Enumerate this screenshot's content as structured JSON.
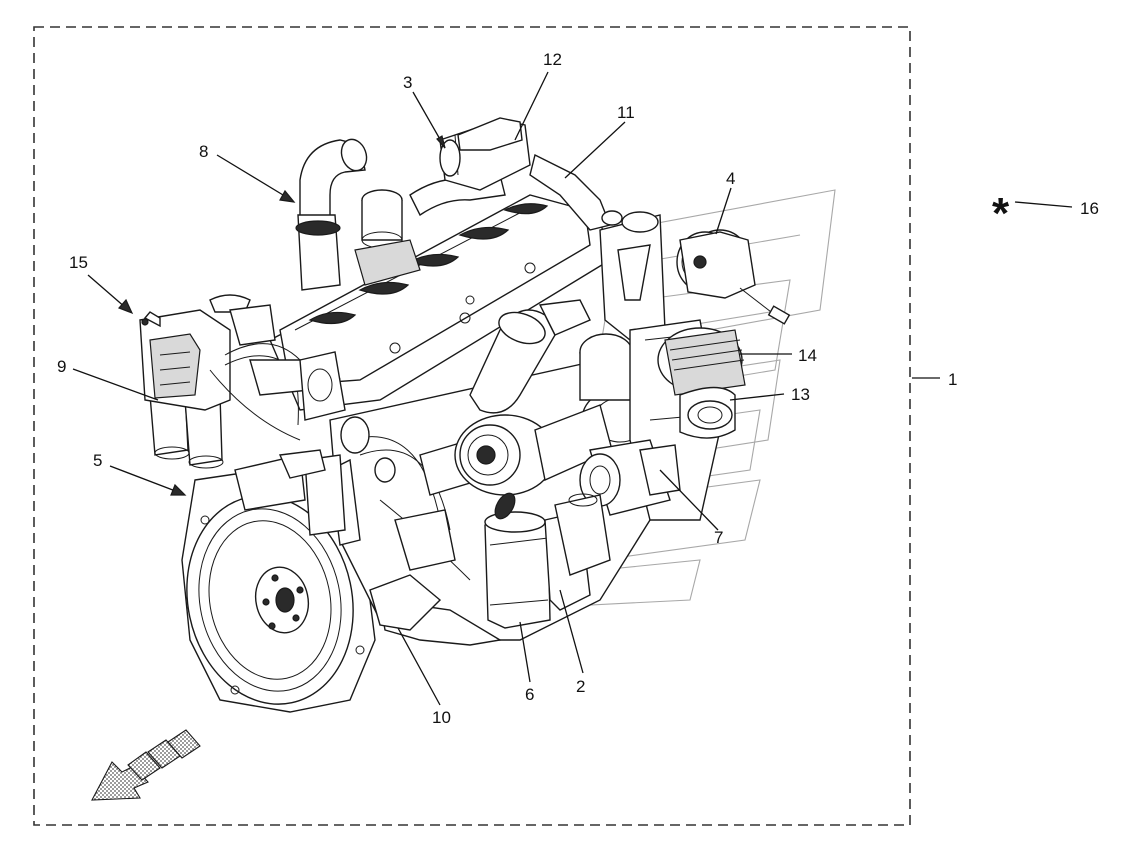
{
  "diagram": {
    "callouts": [
      {
        "id": "c1",
        "label": "1"
      },
      {
        "id": "c2",
        "label": "2"
      },
      {
        "id": "c3",
        "label": "3"
      },
      {
        "id": "c4",
        "label": "4"
      },
      {
        "id": "c5",
        "label": "5"
      },
      {
        "id": "c6",
        "label": "6"
      },
      {
        "id": "c7",
        "label": "7"
      },
      {
        "id": "c8",
        "label": "8"
      },
      {
        "id": "c9",
        "label": "9"
      },
      {
        "id": "c10",
        "label": "10"
      },
      {
        "id": "c11",
        "label": "11"
      },
      {
        "id": "c12",
        "label": "12"
      },
      {
        "id": "c13",
        "label": "13"
      },
      {
        "id": "c14",
        "label": "14"
      },
      {
        "id": "c15",
        "label": "15"
      },
      {
        "id": "c16",
        "label": "16"
      }
    ],
    "asterisk_symbol": "*",
    "colors": {
      "line": "#1a1a1a",
      "ghost": "#a8a8a8",
      "arrow_fill": "#9a9a9a"
    },
    "icons": [
      "front-direction-arrow-icon",
      "asterisk-icon"
    ]
  }
}
